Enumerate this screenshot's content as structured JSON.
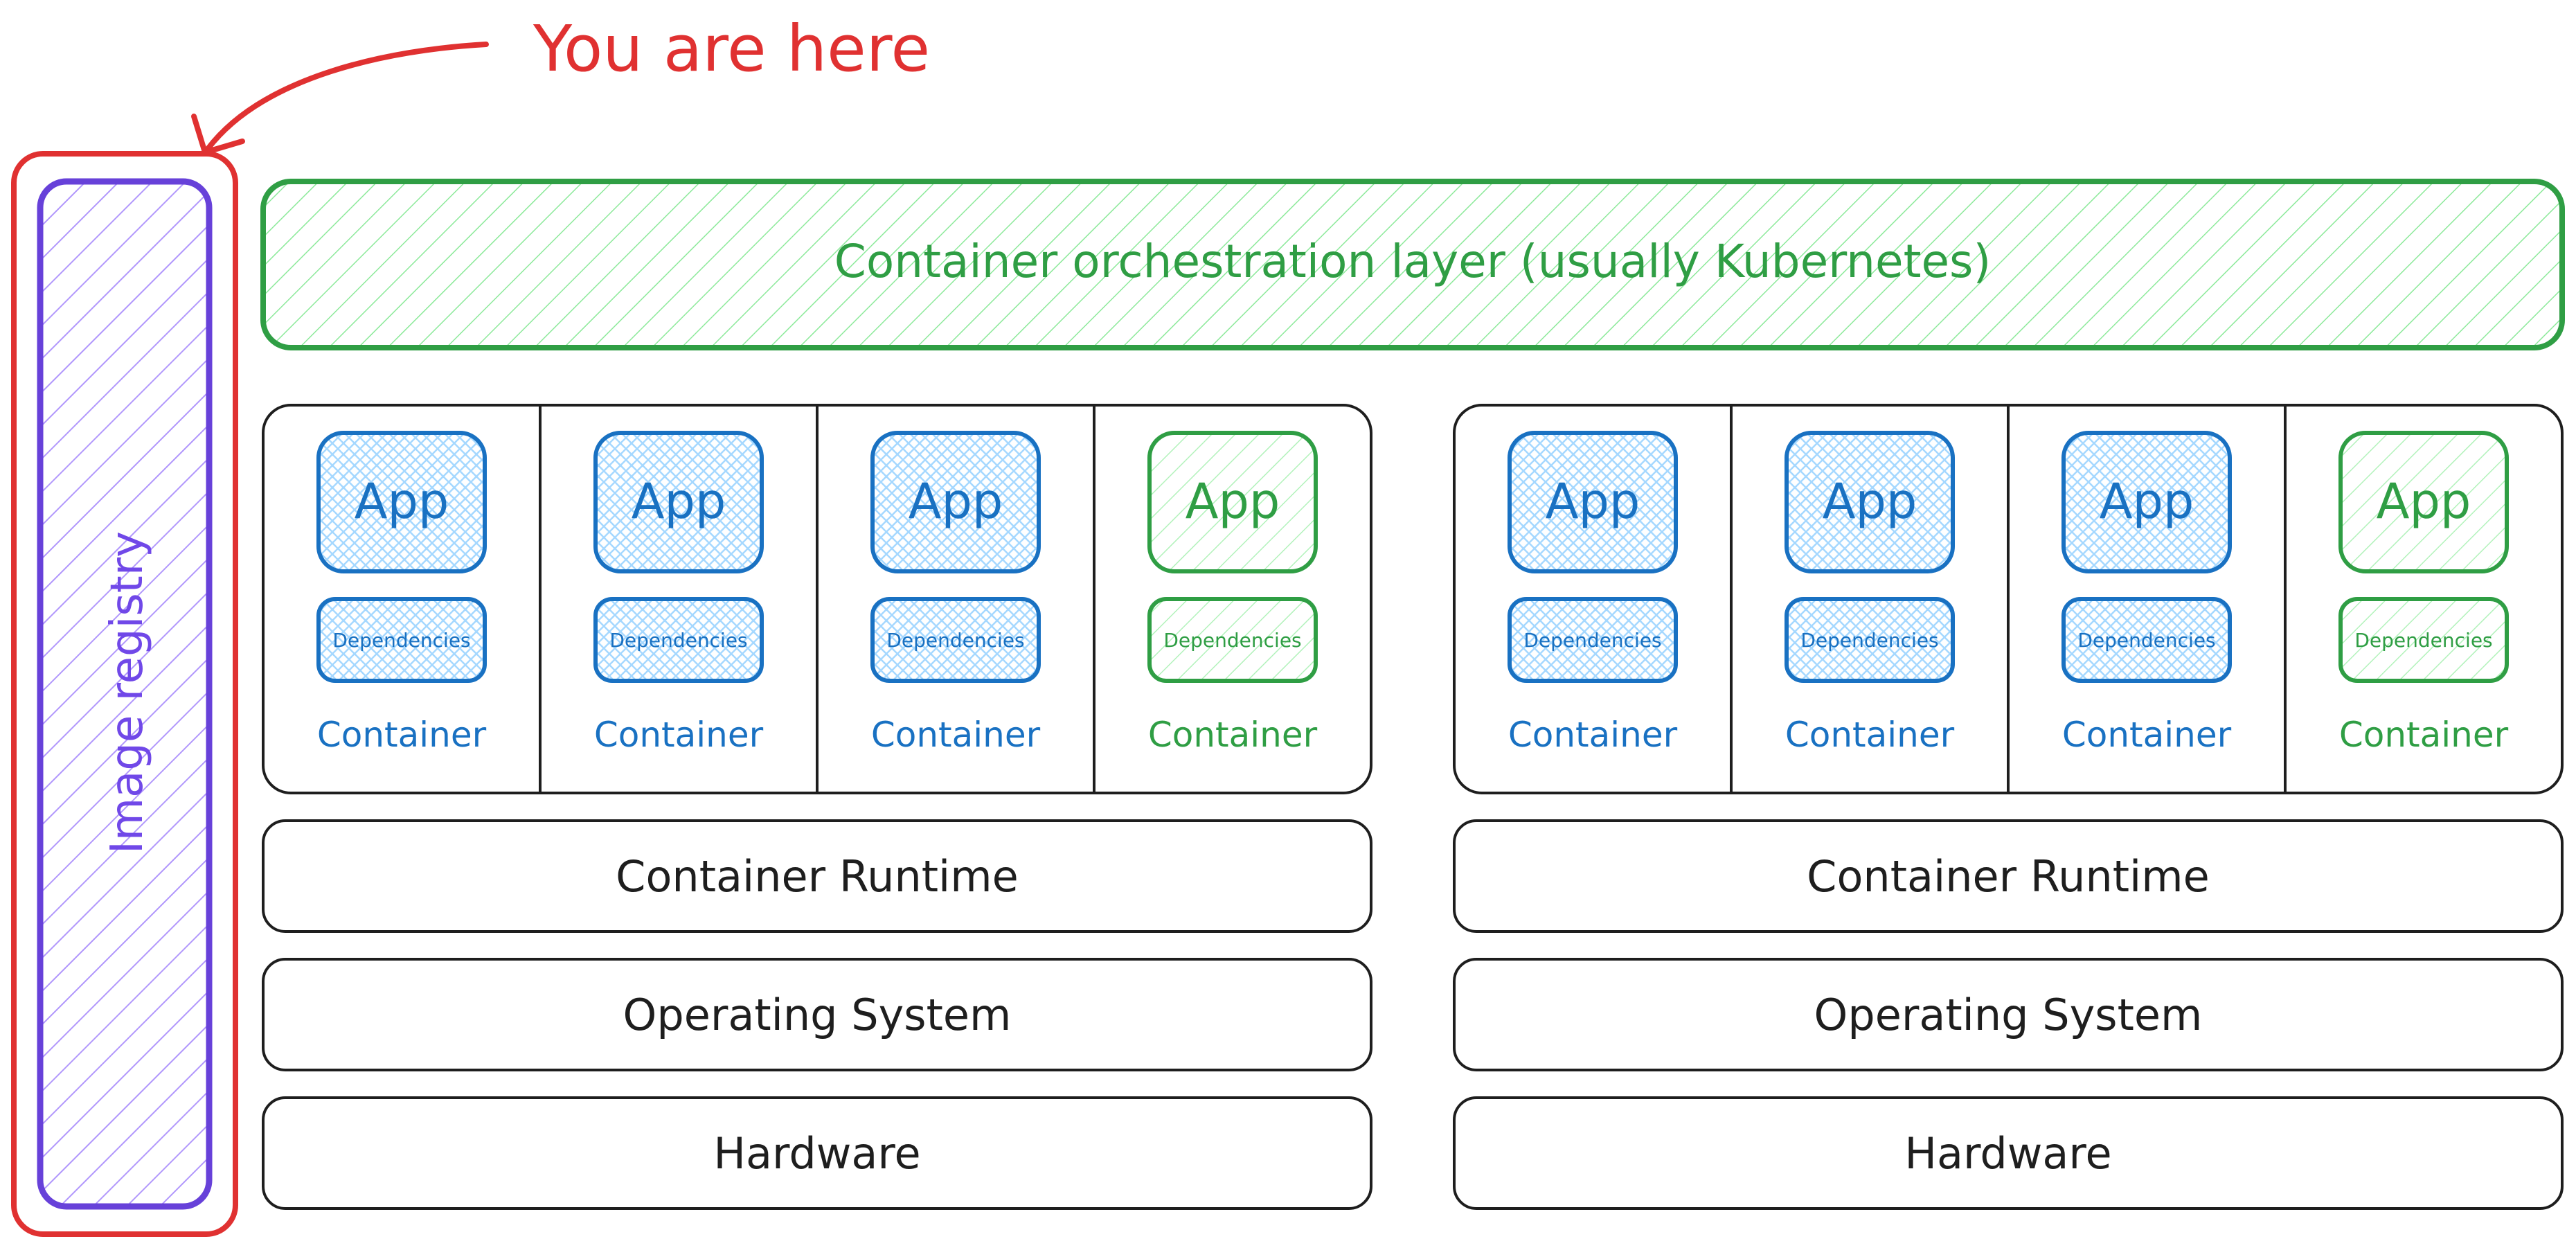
{
  "annotation": {
    "label": "You are here",
    "color": "#e03131"
  },
  "registry": {
    "label": "Image registry",
    "color": "#6741d9",
    "fill": "#b197fc"
  },
  "orchestration": {
    "label": "Container orchestration layer (usually Kubernetes)",
    "color": "#2f9e44",
    "fill": "#b2f2bb"
  },
  "colors": {
    "blue": "#1971c2",
    "blue_fill": "#a5d8ff",
    "green": "#2f9e44",
    "green_fill": "#b2f2bb",
    "ink": "#1e1e1e"
  },
  "hosts": [
    {
      "containers": [
        {
          "app": "App",
          "deps": "Dependencies",
          "label": "Container",
          "variant": "blue"
        },
        {
          "app": "App",
          "deps": "Dependencies",
          "label": "Container",
          "variant": "blue"
        },
        {
          "app": "App",
          "deps": "Dependencies",
          "label": "Container",
          "variant": "blue"
        },
        {
          "app": "App",
          "deps": "Dependencies",
          "label": "Container",
          "variant": "green"
        }
      ],
      "layers": [
        "Container Runtime",
        "Operating System",
        "Hardware"
      ]
    },
    {
      "containers": [
        {
          "app": "App",
          "deps": "Dependencies",
          "label": "Container",
          "variant": "blue"
        },
        {
          "app": "App",
          "deps": "Dependencies",
          "label": "Container",
          "variant": "blue"
        },
        {
          "app": "App",
          "deps": "Dependencies",
          "label": "Container",
          "variant": "blue"
        },
        {
          "app": "App",
          "deps": "Dependencies",
          "label": "Container",
          "variant": "green"
        }
      ],
      "layers": [
        "Container Runtime",
        "Operating System",
        "Hardware"
      ]
    }
  ]
}
